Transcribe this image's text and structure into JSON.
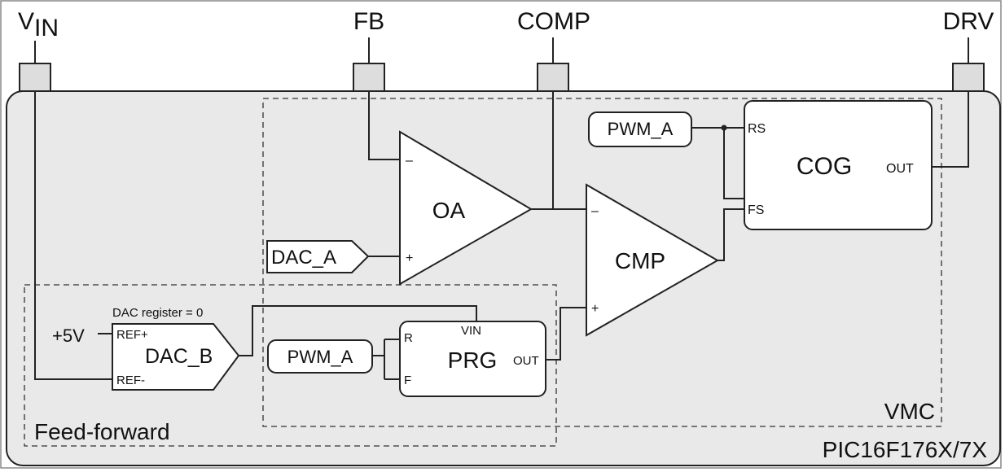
{
  "pins": {
    "vin": "V",
    "vin_sub": "IN",
    "fb": "FB",
    "comp": "COMP",
    "drv": "DRV"
  },
  "chip": {
    "name": "PIC16F176X/7X"
  },
  "regions": {
    "vmc": "VMC",
    "feed_forward": "Feed-forward"
  },
  "blocks": {
    "oa": {
      "label": "OA",
      "minus": "–",
      "plus": "+"
    },
    "cmp": {
      "label": "CMP",
      "minus": "–",
      "plus": "+"
    },
    "cog": {
      "label": "COG",
      "rs": "RS",
      "fs": "FS",
      "out": "OUT"
    },
    "pwm_a_top": "PWM_A",
    "pwm_a_bottom": "PWM_A",
    "dac_a": "DAC_A",
    "dac_b": {
      "label": "DAC_B",
      "ref_plus": "REF+",
      "ref_minus": "REF-",
      "note": "DAC register = 0"
    },
    "prg": {
      "label": "PRG",
      "r": "R",
      "f": "F",
      "vin": "VIN",
      "out": "OUT"
    },
    "supply": "+5V"
  }
}
